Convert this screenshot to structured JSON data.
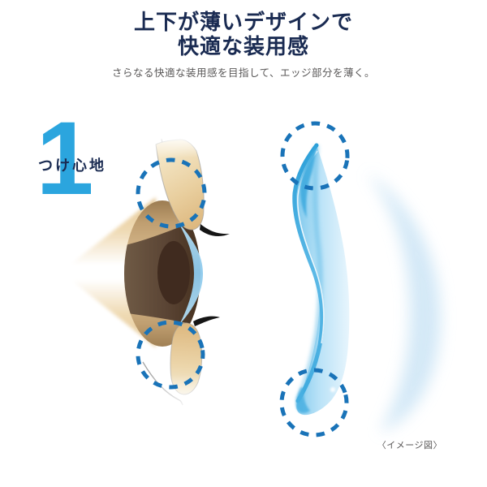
{
  "header": {
    "title_line1": "上下が薄いデザインで",
    "title_line2": "快適な装用感",
    "subtitle": "さらなる快適な装用感を目指して、エッジ部分を薄く。"
  },
  "feature": {
    "number": "1",
    "label": "つけ心地"
  },
  "caption": "〈イメージ図〉",
  "colors": {
    "title_navy": "#1a2b52",
    "subtitle_gray": "#595757",
    "number_blue": "#2ba5de",
    "dashed_circle_blue": "#1973b8",
    "lens_edge_blue": "#2b9fd8",
    "lens_body_blue": "#7cc7ec",
    "eye_lens_crescent_blue": "#8cc9ec",
    "skin_tan": "#ecd3a4",
    "iris_brown": "#5a4434",
    "pupil_brown": "#402b1f"
  }
}
